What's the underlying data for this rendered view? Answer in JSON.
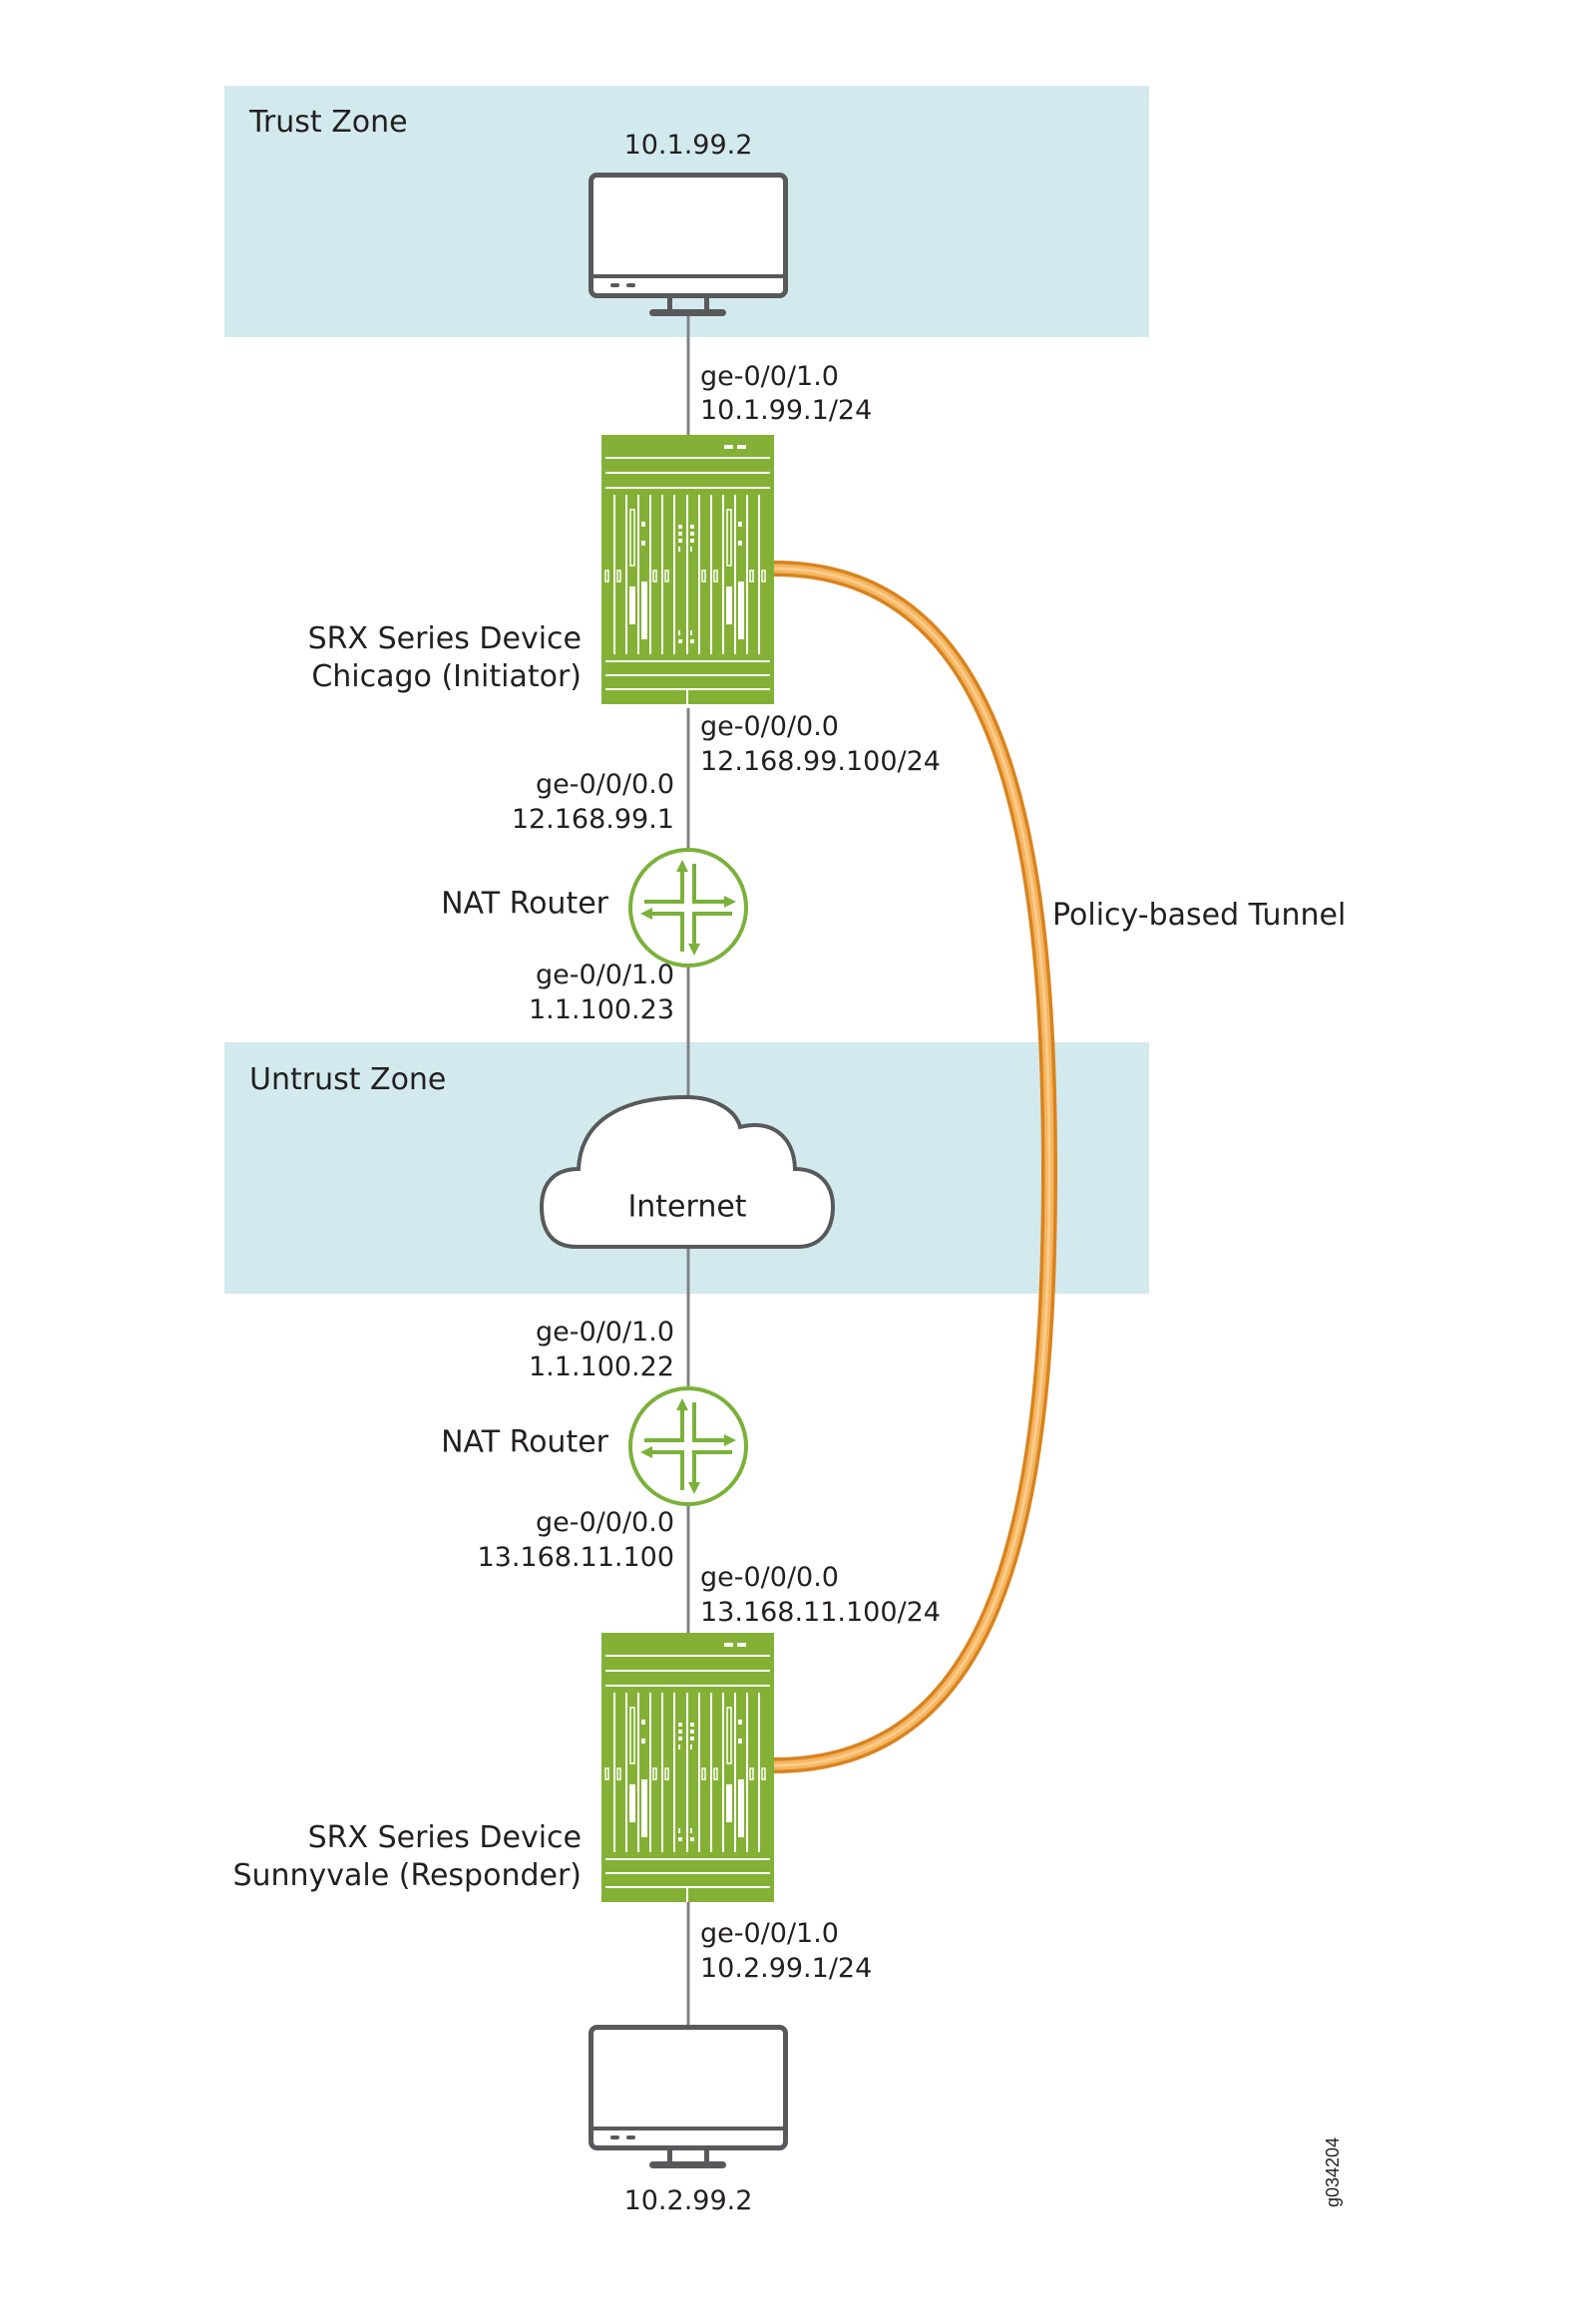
{
  "colors": {
    "zone_fill": "#d2eaee",
    "device_green": "#84b135",
    "router_green": "#7bb13a",
    "link_gray": "#808285",
    "icon_gray": "#58595b",
    "tunnel_orange": "#f1a33c",
    "tunnel_dark": "#d9831e",
    "tunnel_light": "#f8c27a"
  },
  "zones": {
    "trust": {
      "label": "Trust Zone"
    },
    "untrust": {
      "label": "Untrust Zone"
    }
  },
  "hosts": {
    "top": {
      "ip": "10.1.99.2",
      "icon": "monitor-icon"
    },
    "bottom": {
      "ip": "10.2.99.2",
      "icon": "monitor-icon"
    }
  },
  "devices": {
    "chicago": {
      "line1": "SRX Series Device",
      "line2": "Chicago (Initiator)",
      "icon": "srx-chassis-icon",
      "upper_iface": {
        "name": "ge-0/0/1.0",
        "ip": "10.1.99.1/24"
      },
      "lower_iface": {
        "name": "ge-0/0/0.0",
        "ip": "12.168.99.100/24"
      }
    },
    "sunnyvale": {
      "line1": "SRX Series Device",
      "line2": "Sunnyvale (Responder)",
      "icon": "srx-chassis-icon",
      "upper_iface": {
        "name": "ge-0/0/0.0",
        "ip": "13.168.11.100/24"
      },
      "lower_iface": {
        "name": "ge-0/0/1.0",
        "ip": "10.2.99.1/24"
      }
    }
  },
  "routers": {
    "nat1": {
      "label": "NAT Router",
      "icon": "router-icon",
      "upper_iface": {
        "name": "ge-0/0/0.0",
        "ip": "12.168.99.1"
      },
      "lower_iface": {
        "name": "ge-0/0/1.0",
        "ip": "1.1.100.23"
      }
    },
    "nat2": {
      "label": "NAT Router",
      "icon": "router-icon",
      "upper_iface": {
        "name": "ge-0/0/1.0",
        "ip": "1.1.100.22"
      },
      "lower_iface": {
        "name": "ge-0/0/0.0",
        "ip": "13.168.11.100"
      }
    }
  },
  "cloud": {
    "label": "Internet",
    "icon": "cloud-icon"
  },
  "tunnel": {
    "label": "Policy-based Tunnel"
  },
  "figure_id": "g034204"
}
